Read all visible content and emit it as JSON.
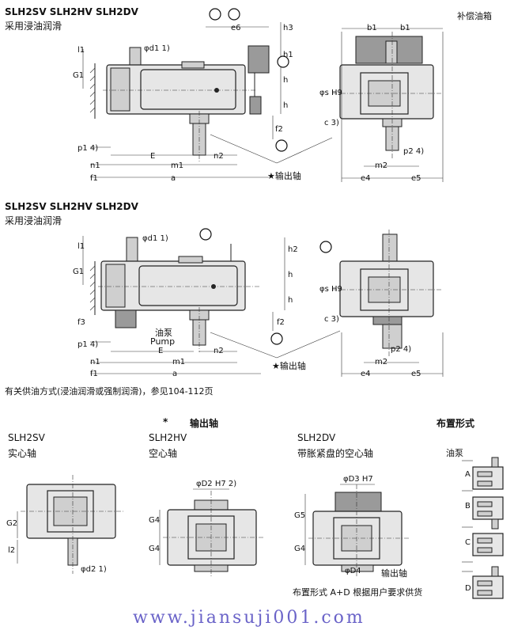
{
  "top": {
    "title": "SLH2SV  SLH2HV SLH2DV",
    "subtitle": "采用浸油润滑",
    "comp_tank": "补偿油箱",
    "output_shaft": "★输出轴",
    "labels": {
      "l1": "l1",
      "G1": "G1",
      "d1": "φd1 1)",
      "e6": "e6",
      "h3": "h3",
      "h1": "h1",
      "h": "h",
      "f2": "f2",
      "p1": "p1 4)",
      "n1": "n1",
      "f1": "f1",
      "E": "E",
      "n2": "n2",
      "m1": "m1",
      "a": "a",
      "b1": "b1",
      "s": "φs H9",
      "c": "c 3)",
      "p2": "p2 4)",
      "m2": "m2",
      "e4": "e4",
      "e5": "e5"
    }
  },
  "middle": {
    "title": "SLH2SV SLH2HV SLH2DV",
    "subtitle": "采用浸油润滑",
    "pump_cn": "油泵",
    "pump_en": "Pump",
    "output_shaft": "★输出轴",
    "labels": {
      "l1": "l1",
      "G1": "G1",
      "d1": "φd1 1)",
      "h2": "h2",
      "h": "h",
      "f3": "f3",
      "f2": "f2",
      "p1": "p1 4)",
      "n1": "n1",
      "f1": "f1",
      "E": "E",
      "n2": "n2",
      "m1": "m1",
      "a": "a",
      "s": "φs H9",
      "c": "c 3)",
      "p2": "p2 4)",
      "m2": "m2",
      "e4": "e4",
      "e5": "e5"
    }
  },
  "note": "有关供油方式(浸油润滑或强制润滑)，参见104-112页",
  "bottom": {
    "header": "输出轴",
    "star": "*",
    "sv": {
      "name": "SLH2SV",
      "desc": "实心轴",
      "G2": "G2",
      "l2": "l2",
      "d2": "φd2 1)"
    },
    "hv": {
      "name": "SLH2HV",
      "desc": "空心轴",
      "D2": "φD2 H7 2)",
      "G4a": "G4",
      "G4b": "G4"
    },
    "dv": {
      "name": "SLH2DV",
      "desc": "带胀紧盘的空心轴",
      "D3": "φD3 H7",
      "G5": "G5",
      "G4": "G4",
      "D4": "φD4",
      "out": "输出轴"
    },
    "arrangement": {
      "header": "布置形式",
      "pump": "油泵",
      "A": "A",
      "B": "B",
      "C": "C",
      "D": "D"
    },
    "supply_note": "布置形式 A+D 根据用户要求供货"
  },
  "watermark": "www.jiansuji001.com"
}
